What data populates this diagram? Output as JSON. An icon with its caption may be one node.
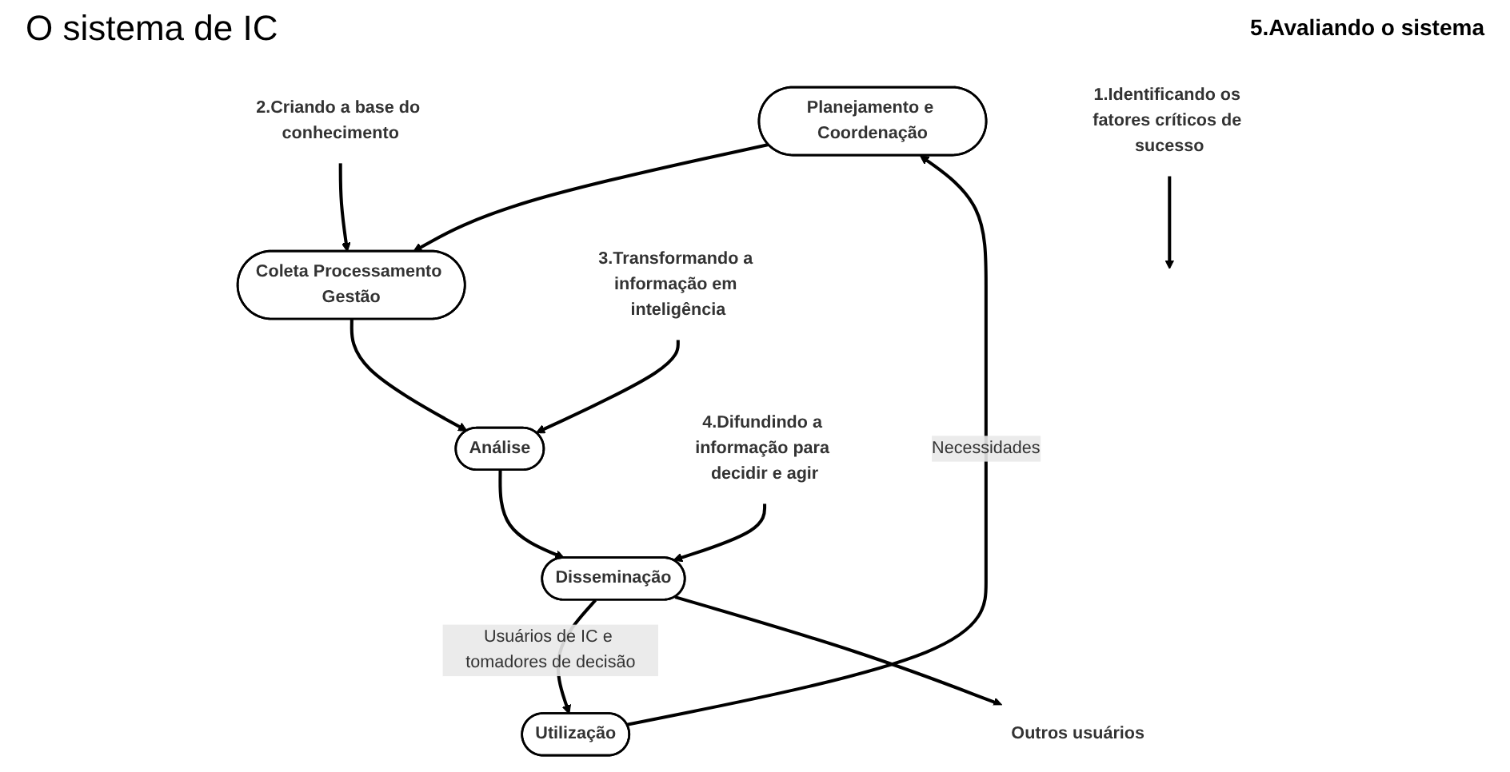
{
  "diagram": {
    "title": "O sistema de IC",
    "nodes": [
      {
        "text": [
          "1.Identificando os fatores críticos de sucesso"
        ]
      },
      {
        "text": [
          "Planejamento e Coordenação"
        ]
      },
      {
        "text": [
          "2.Criando a base do conhecimento"
        ]
      },
      {
        "text": [
          "Coleta Processamento Gestão"
        ]
      },
      {
        "text": [
          "Utilização"
        ]
      },
      {
        "text": [
          "Análise"
        ]
      },
      {
        "text": [
          "Outros usuários"
        ]
      },
      {
        "text": [
          "Disseminação"
        ]
      },
      {
        "text": [
          "3.Transformando a informação em inteligência"
        ]
      },
      {
        "text": [
          "4.Difundindo a informação para decidir e agir"
        ]
      }
    ],
    "edges": [
      {
        "from": 0,
        "to": null,
        "arrow": "to"
      },
      {
        "from": 4,
        "to": 1,
        "arrow": "to",
        "label": "Necessidades"
      },
      {
        "from": 1,
        "to": 3,
        "arrow": "to"
      },
      {
        "from": 2,
        "to": 3,
        "arrow": "to"
      },
      {
        "from": 3,
        "to": 5,
        "arrow": "to"
      },
      {
        "from": 5,
        "to": 7,
        "arrow": "to"
      },
      {
        "from": 8,
        "to": 5,
        "arrow": "to"
      },
      {
        "from": 7,
        "to": 4,
        "arrow": "to",
        "label": "Usuários de IC e tomadores de decisão"
      },
      {
        "from": 7,
        "to": 6,
        "arrow": "to"
      },
      {
        "from": 9,
        "to": 7,
        "arrow": "to"
      }
    ],
    "labels": [
      "5.Avaliando o sistema"
    ]
  }
}
